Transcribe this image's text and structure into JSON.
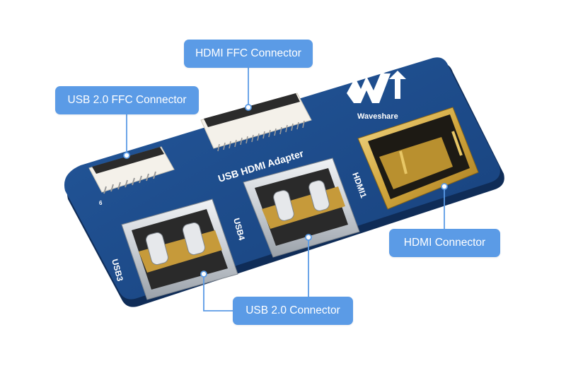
{
  "callouts": {
    "hdmi_ffc": "HDMI FFC Connector",
    "usb_ffc": "USB 2.0 FFC Connector",
    "hdmi": "HDMI Connector",
    "usb": "USB 2.0 Connector"
  },
  "board": {
    "title": "USB HDMI Adapter",
    "brand": "Waveshare",
    "registered": "®",
    "usb3_label": "USB3",
    "usb4_label": "USB4",
    "hdmi1_label": "HDMI1",
    "pin_number": "6"
  },
  "colors": {
    "callout_bg": "#5b9be6",
    "pcb_blue": "#1f4d8c",
    "leader_line": "#5b9be6"
  }
}
